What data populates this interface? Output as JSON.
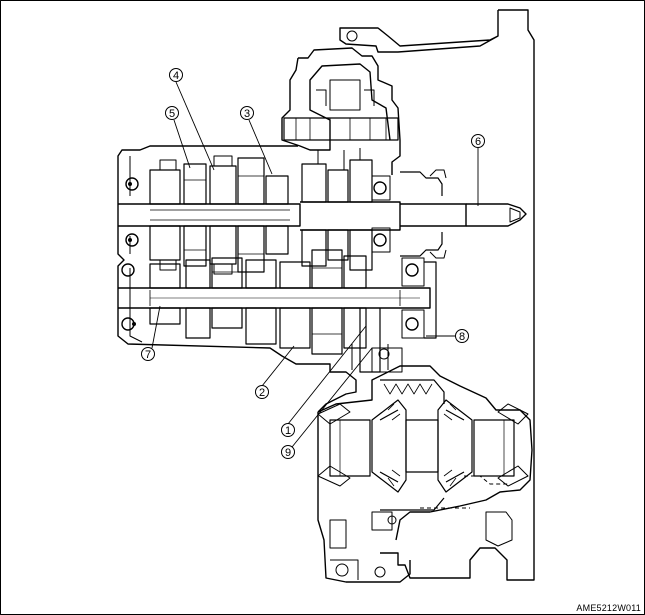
{
  "diagram": {
    "callouts": [
      "1",
      "2",
      "3",
      "4",
      "5",
      "6",
      "7",
      "8",
      "9"
    ],
    "reference_code": "AME5212W011"
  }
}
